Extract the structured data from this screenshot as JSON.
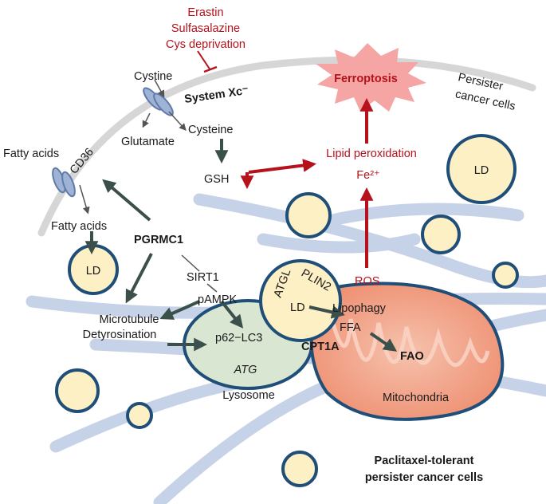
{
  "inhibitors": [
    "Erastin",
    "Sulfasalazine",
    "Cys deprivation"
  ],
  "ferroptosis": "Ferroptosis",
  "persister_label": [
    "Persister",
    "cancer cells"
  ],
  "system_xc": "System Xc⁻",
  "cystine": "Cystine",
  "glutamate": "Glutamate",
  "cysteine": "Cysteine",
  "gsh": "GSH",
  "lipid_peroxidation": "Lipid peroxidation",
  "fe": "Fe²⁺",
  "fatty_acids_out": "Fatty acids",
  "cd36": "CD36",
  "fatty_acids_in": "Fatty acids",
  "ld": "LD",
  "pgrmc1": "PGRMC1",
  "sirt1": "SIRT1",
  "pampk": "pAMPK",
  "microtubule": [
    "Microtubule",
    "Detyrosination"
  ],
  "p62_lc3": "p62−LC3",
  "atg": "ATG",
  "lysosome": "Lysosome",
  "atgl": "ATGL",
  "plin2": "PLIN2",
  "ros": "ROS",
  "lipophagy": "Lipophagy",
  "ffa": "FFA",
  "cpt1a": "CPT1A",
  "fao": "FAO",
  "mitochondria": "Mitochondria",
  "footer": [
    "Paclitaxel-tolerant",
    "persister cancer cells"
  ],
  "colors": {
    "red": "#b5121b",
    "arrow_gray": "#3b4f4b",
    "membrane": "#d6d6d6",
    "ld_fill": "#fdf0c4",
    "ld_stroke": "#1f4e79",
    "microtubule": "#bccbe3",
    "lysosome": "#d9e6d2",
    "mito_fill": "#f3a58c",
    "transporter": "#9fb3d6"
  }
}
